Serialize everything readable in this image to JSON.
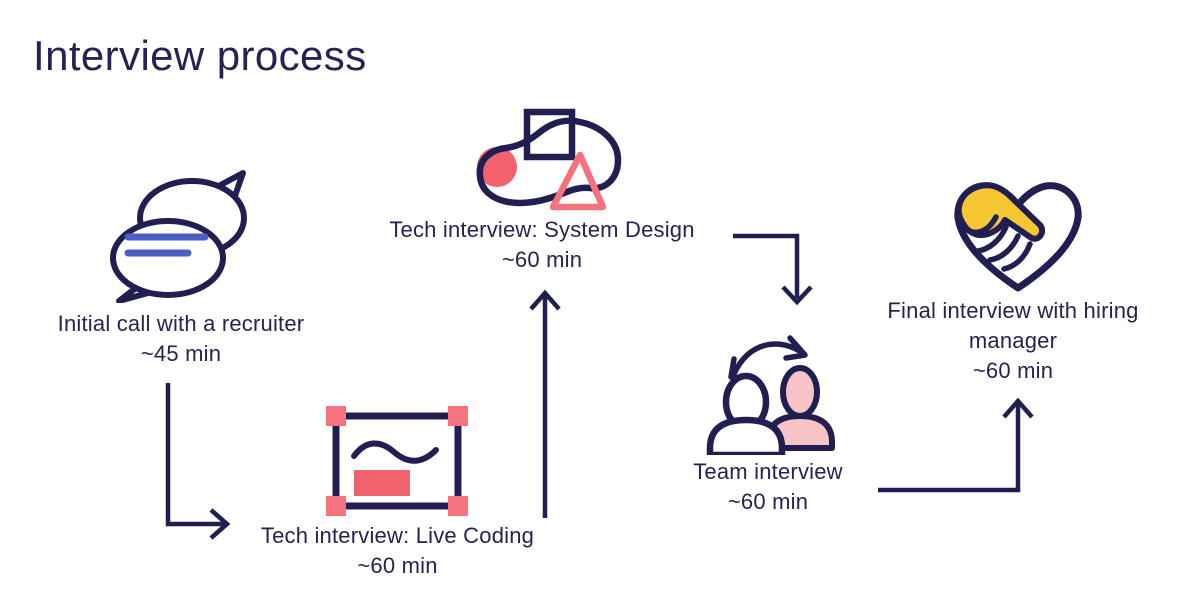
{
  "title": "Interview process",
  "colors": {
    "navy": "#211e51",
    "text": "#262253",
    "coral": "#f2616e",
    "coral_light": "#f5727e",
    "pink_fill": "#f6c3c6",
    "yellow": "#f7c633",
    "blue": "#4a5ec4",
    "background": "#ffffff"
  },
  "steps": [
    {
      "id": "initial-call",
      "icon": "chat-bubbles-icon",
      "label": "Initial call with a recruiter",
      "duration": "~45 min"
    },
    {
      "id": "live-coding",
      "icon": "whiteboard-icon",
      "label": "Tech interview: Live Coding",
      "duration": "~60 min"
    },
    {
      "id": "system-design",
      "icon": "abstract-shapes-icon",
      "label": "Tech interview: System Design",
      "duration": "~60 min"
    },
    {
      "id": "team-interview",
      "icon": "team-swap-icon",
      "label": "Team interview",
      "duration": "~60 min"
    },
    {
      "id": "final-interview",
      "icon": "handshake-heart-icon",
      "label": "Final interview with hiring manager",
      "duration": "~60 min"
    }
  ],
  "connectors": [
    {
      "from": "initial-call",
      "to": "live-coding",
      "shape": "down-then-right",
      "head": "right"
    },
    {
      "from": "live-coding",
      "to": "system-design",
      "shape": "straight-up",
      "head": "up"
    },
    {
      "from": "system-design",
      "to": "team-interview",
      "shape": "right-then-down",
      "head": "down"
    },
    {
      "from": "team-interview",
      "to": "final-interview",
      "shape": "right-then-up",
      "head": "up"
    }
  ]
}
